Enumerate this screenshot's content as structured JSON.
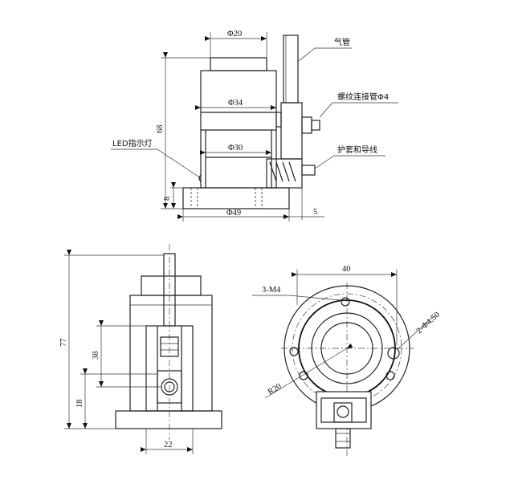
{
  "labels": {
    "air_tube": "气管",
    "thread_pipe": "螺纹连接管Φ4",
    "sleeve_guide": "护套和导线",
    "led": "LED指示灯"
  },
  "dims": {
    "d20": "Φ20",
    "d34": "Φ34",
    "d30": "Φ30",
    "d49": "Φ49",
    "h68": "68",
    "h8": "8",
    "w5": "5",
    "h77": "77",
    "h38": "38",
    "h18": "18",
    "w22": "22",
    "w40": "40",
    "m4": "3-M4",
    "hole450": "2-Φ4.50",
    "r20": "R20"
  }
}
